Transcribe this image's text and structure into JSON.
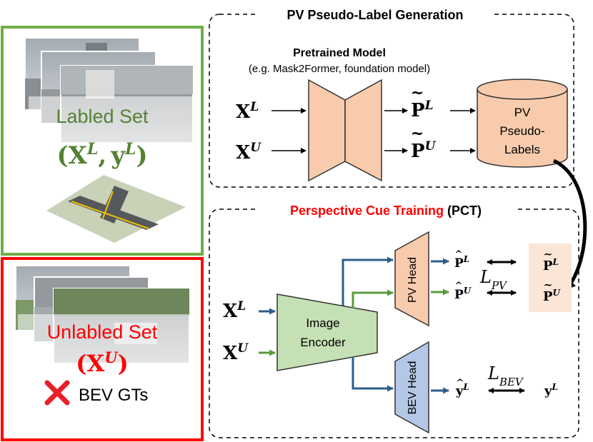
{
  "left_panel": {
    "labeled": {
      "title": "Labled Set",
      "math": {
        "open": "(",
        "X": "X",
        "sup_L": "L",
        "comma": ",",
        "y": "y",
        "sup_L2": "L",
        "close": ")"
      }
    },
    "unlabeled": {
      "title": "Unlabled Set",
      "math": {
        "open": "(",
        "X": "X",
        "sup_U": "U",
        "close": ")"
      },
      "no_gt_label": "BEV GTs"
    }
  },
  "pv_generation": {
    "title": "PV Pseudo-Label Generation",
    "model_title": "Pretrained Model",
    "model_subtitle": "(e.g. Mask2Former, foundation model)",
    "inputs": [
      {
        "base": "X",
        "sup": "L"
      },
      {
        "base": "X",
        "sup": "U"
      }
    ],
    "outputs": [
      {
        "base": "P",
        "tilde": "~",
        "sup": "L"
      },
      {
        "base": "P",
        "tilde": "~",
        "sup": "U"
      }
    ],
    "db_label": [
      "PV",
      "Pseudo-",
      "Labels"
    ]
  },
  "pct": {
    "title_red": "Perspective Cue Training",
    "title_black": "(PCT)",
    "inputs": [
      {
        "base": "X",
        "sup": "L"
      },
      {
        "base": "X",
        "sup": "U"
      }
    ],
    "encoder_label": [
      "Image",
      "Encoder"
    ],
    "pv_head_label": "PV Head",
    "bev_head_label": "BEV Head",
    "pv_preds": [
      {
        "base": "P",
        "hat": "^",
        "sup": "L"
      },
      {
        "base": "P",
        "hat": "^",
        "sup": "U"
      }
    ],
    "pv_targets": [
      {
        "base": "P",
        "tilde": "~",
        "sup": "L"
      },
      {
        "base": "P",
        "tilde": "~",
        "sup": "U"
      }
    ],
    "loss_pv": {
      "symbol": "L",
      "sub": "PV"
    },
    "bev_pred": {
      "base": "y",
      "hat": "^",
      "sup": "L"
    },
    "bev_target": {
      "base": "y",
      "sup": "L"
    },
    "loss_bev": {
      "symbol": "L",
      "sub": "BEV"
    }
  },
  "colors": {
    "green_box": "#70ad47",
    "red_box": "#ff0000",
    "labeled_text": "#548235",
    "unlabeled_text": "#ff0000",
    "pretrained_fill": "#f8cbad",
    "pretrained_stroke": "#333333",
    "encoder_fill": "#c5e0b4",
    "bev_head_fill": "#b4c7e7",
    "target_bg": "#fbe5d6",
    "blue_arrow": "#2e5d8c",
    "green_arrow": "#5b9a3a",
    "pct_title": "#ff0000"
  }
}
